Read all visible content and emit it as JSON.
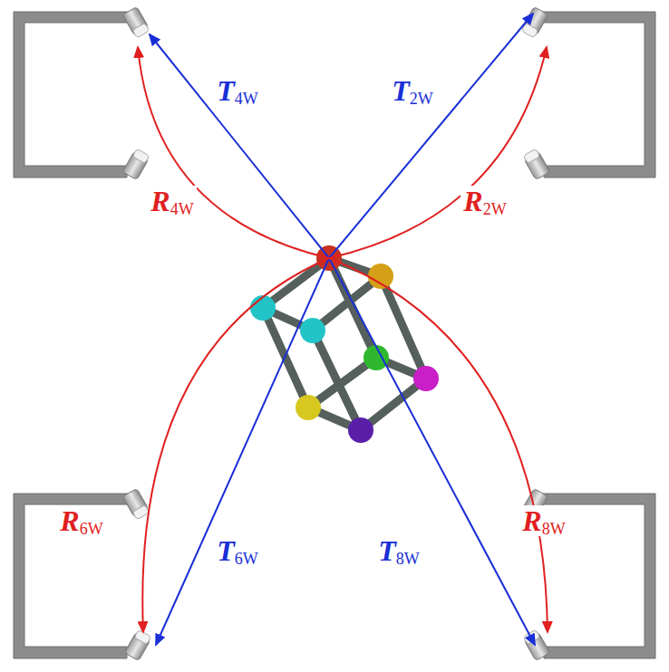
{
  "diagram": {
    "labels": [
      "T4W",
      "T2W",
      "R4W",
      "R2W",
      "R6W",
      "T6W",
      "T8W",
      "R8W"
    ]
  }
}
